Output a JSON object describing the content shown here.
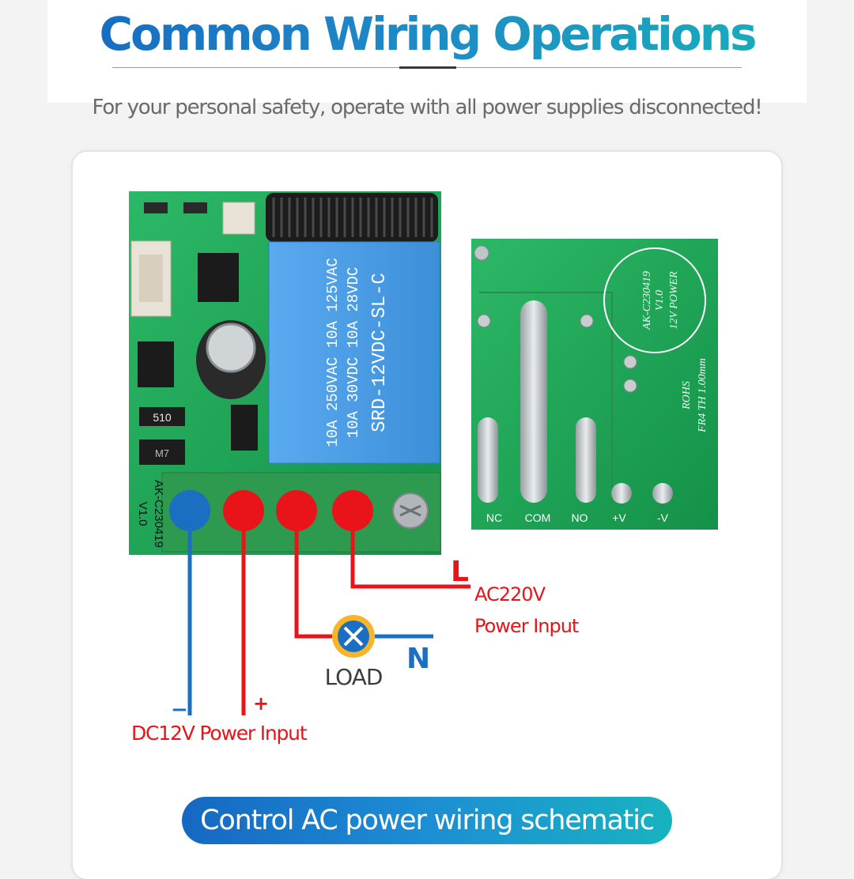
{
  "header": {
    "title": "Common Wiring Operations",
    "subtitle": "For your personal safety, operate with all power supplies disconnected!"
  },
  "board_front": {
    "relay_text": [
      "10A 250VAC 10A 125VAC",
      "10A 30VDC 10A 28VDC",
      "SRD-12VDC-SL-C"
    ],
    "silk_model": "AK-C230419",
    "silk_version": "V1.0",
    "resistor_label": "510",
    "diode_label": "M7"
  },
  "board_back": {
    "circle_lines": [
      "AK-C230419",
      "V1.0",
      "12V POWER"
    ],
    "rohs_label": "ROHS",
    "fr4_label": "FR4 TH 1.00mm",
    "terminals": [
      "NC",
      "COM",
      "NO",
      "+V",
      "-V"
    ]
  },
  "wiring": {
    "l_label": "L",
    "ac_label": "AC220V",
    "ac_sub": "Power Input",
    "n_label": "N",
    "load_label": "LOAD",
    "minus_label": "−",
    "plus_label": "+",
    "dc_label": "DC12V Power Input",
    "colors": {
      "red": "#e8141a",
      "blue": "#1a6fc2",
      "pcb": "#1fa35a",
      "terminal": "#2e9a50",
      "relay": "#4a9be0"
    }
  },
  "caption": "Control AC power wiring schematic"
}
